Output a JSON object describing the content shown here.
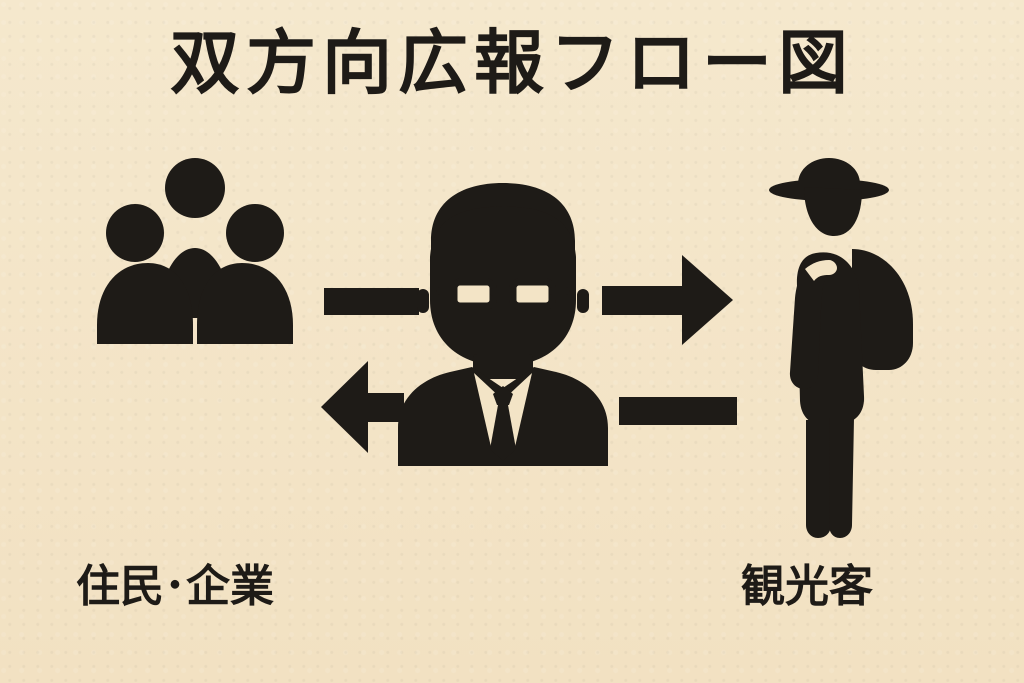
{
  "diagram": {
    "title": "双方向広報フロー図",
    "left_label": "住民･企業",
    "right_label": "観光客",
    "colors": {
      "background": "#f3e4c6",
      "ink": "#1e1b17"
    },
    "icons": {
      "left": "group-icon",
      "center": "staff-person-icon",
      "right": "tourist-icon"
    }
  }
}
